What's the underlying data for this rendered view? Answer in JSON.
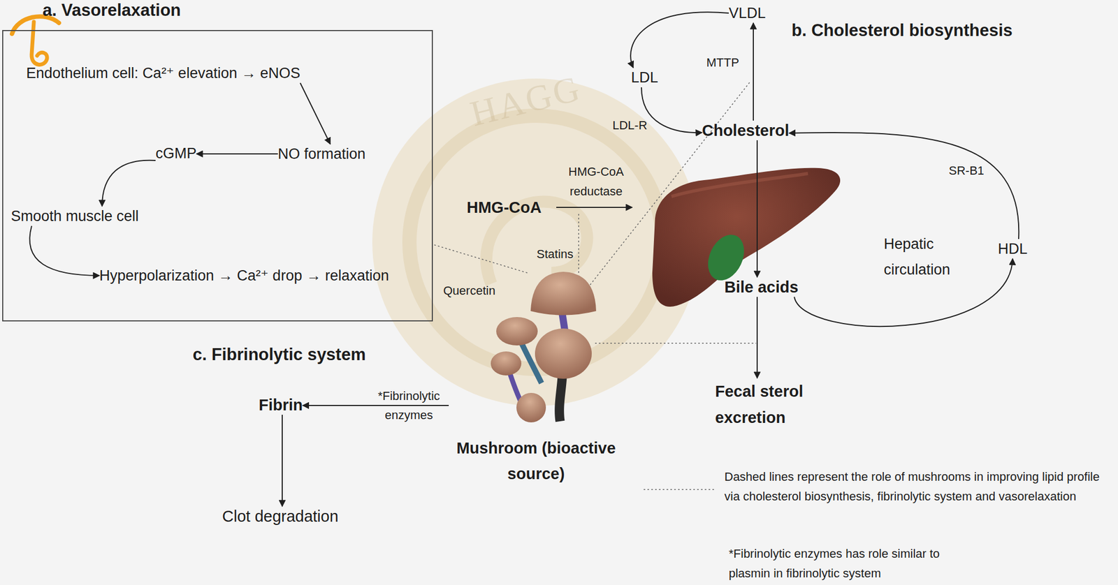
{
  "diagram": {
    "nodes": [
      {
        "text": [
          "a. Vasorelaxation"
        ]
      },
      {
        "text": [
          "Endothelium cell: Ca²⁺ elevation → eNOS"
        ],
        "in": 0
      },
      {
        "text": [
          "NO formation"
        ],
        "in": 0
      },
      {
        "text": [
          "cGMP"
        ],
        "in": 0
      },
      {
        "text": [
          "Smooth muscle cell"
        ],
        "in": 0
      },
      {
        "text": [
          "Hyperpolarization → Ca²⁺ drop → relaxation"
        ],
        "in": 0
      },
      {
        "text": [
          "VLDL"
        ]
      },
      {
        "text": [
          "LDL"
        ]
      },
      {
        "text": [
          "Cholesterol"
        ]
      },
      {
        "text": [
          "HMG-CoA"
        ]
      },
      {
        "text": [
          "Bile acids"
        ]
      },
      {
        "text": [
          "Fecal sterol excretion"
        ]
      },
      {
        "text": [
          "HDL"
        ]
      },
      {
        "text": [
          "Mushroom (bioactive source)"
        ]
      },
      {
        "text": [
          "Fibrin"
        ]
      },
      {
        "text": [
          "Clot degradation"
        ]
      }
    ],
    "edges": [
      {
        "from": 1,
        "to": 2,
        "arrow": "to"
      },
      {
        "from": 2,
        "to": 3,
        "arrow": "to"
      },
      {
        "from": 3,
        "to": 4,
        "arrow": "to"
      },
      {
        "from": 4,
        "to": 5,
        "arrow": "to"
      },
      {
        "from": 8,
        "to": 6,
        "label": "MTTP",
        "arrow": "to"
      },
      {
        "from": 6,
        "to": 7,
        "arrow": "to"
      },
      {
        "from": 7,
        "to": 8,
        "label": "LDL-R",
        "arrow": "to"
      },
      {
        "from": 8,
        "to": 10,
        "arrow": "to"
      },
      {
        "from": 10,
        "to": 11,
        "arrow": "to"
      },
      {
        "from": 10,
        "to": 12,
        "arrow": "to"
      },
      {
        "from": 12,
        "to": 8,
        "label": "SR-B1",
        "arrow": "to"
      },
      {
        "from": 13,
        "to": 14,
        "label": "*Fibrinolytic enzymes",
        "arrow": "to"
      },
      {
        "from": 14,
        "to": 15,
        "arrow": "to"
      },
      {
        "from": 13,
        "to": 0,
        "label": "Quercetin",
        "arrow": "none"
      }
    ],
    "labels": [
      "b. Cholesterol biosynthesis",
      "HMG-CoA reductase",
      "Statins",
      "Hepatic circulation",
      "c. Fibrinolytic system",
      "*Fibrinolytic enzymes has role similar to plasmin in fibrinolytic system",
      "HAGG"
    ],
    "legend": [
      {
        "text": "Dashed lines represent the role of mushrooms in improving lipid profile via cholesterol biosynthesis, fibrinolytic system and vasorelaxation"
      }
    ]
  }
}
